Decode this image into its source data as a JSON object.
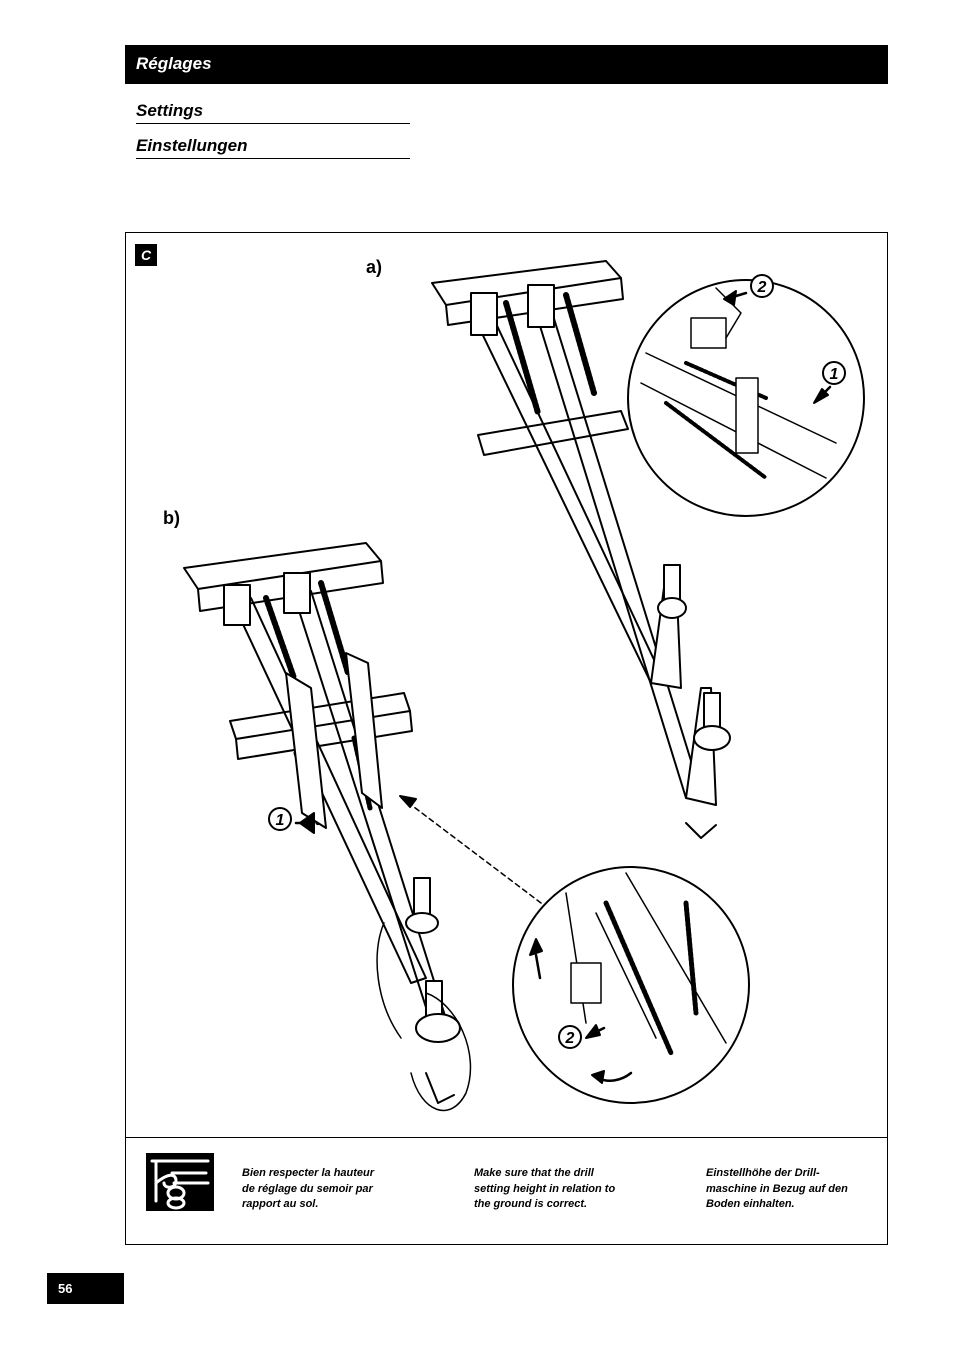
{
  "header": {
    "title": "Réglages"
  },
  "subheadings": [
    "Settings",
    "Einstellungen"
  ],
  "section": {
    "badge": "C"
  },
  "figures": {
    "a_label": "a)",
    "b_label": "b)"
  },
  "callouts": {
    "one": "1",
    "two": "2"
  },
  "notes": {
    "fr": [
      "Bien respecter la hauteur",
      "de réglage du semoir par",
      "rapport au sol."
    ],
    "en": [
      "Make sure that the drill",
      "setting height in relation to",
      "the ground is correct."
    ],
    "de": [
      "Einstellhöhe der Drill-",
      "maschine in Bezug auf den",
      "Boden einhalten."
    ]
  },
  "page_number": "56"
}
